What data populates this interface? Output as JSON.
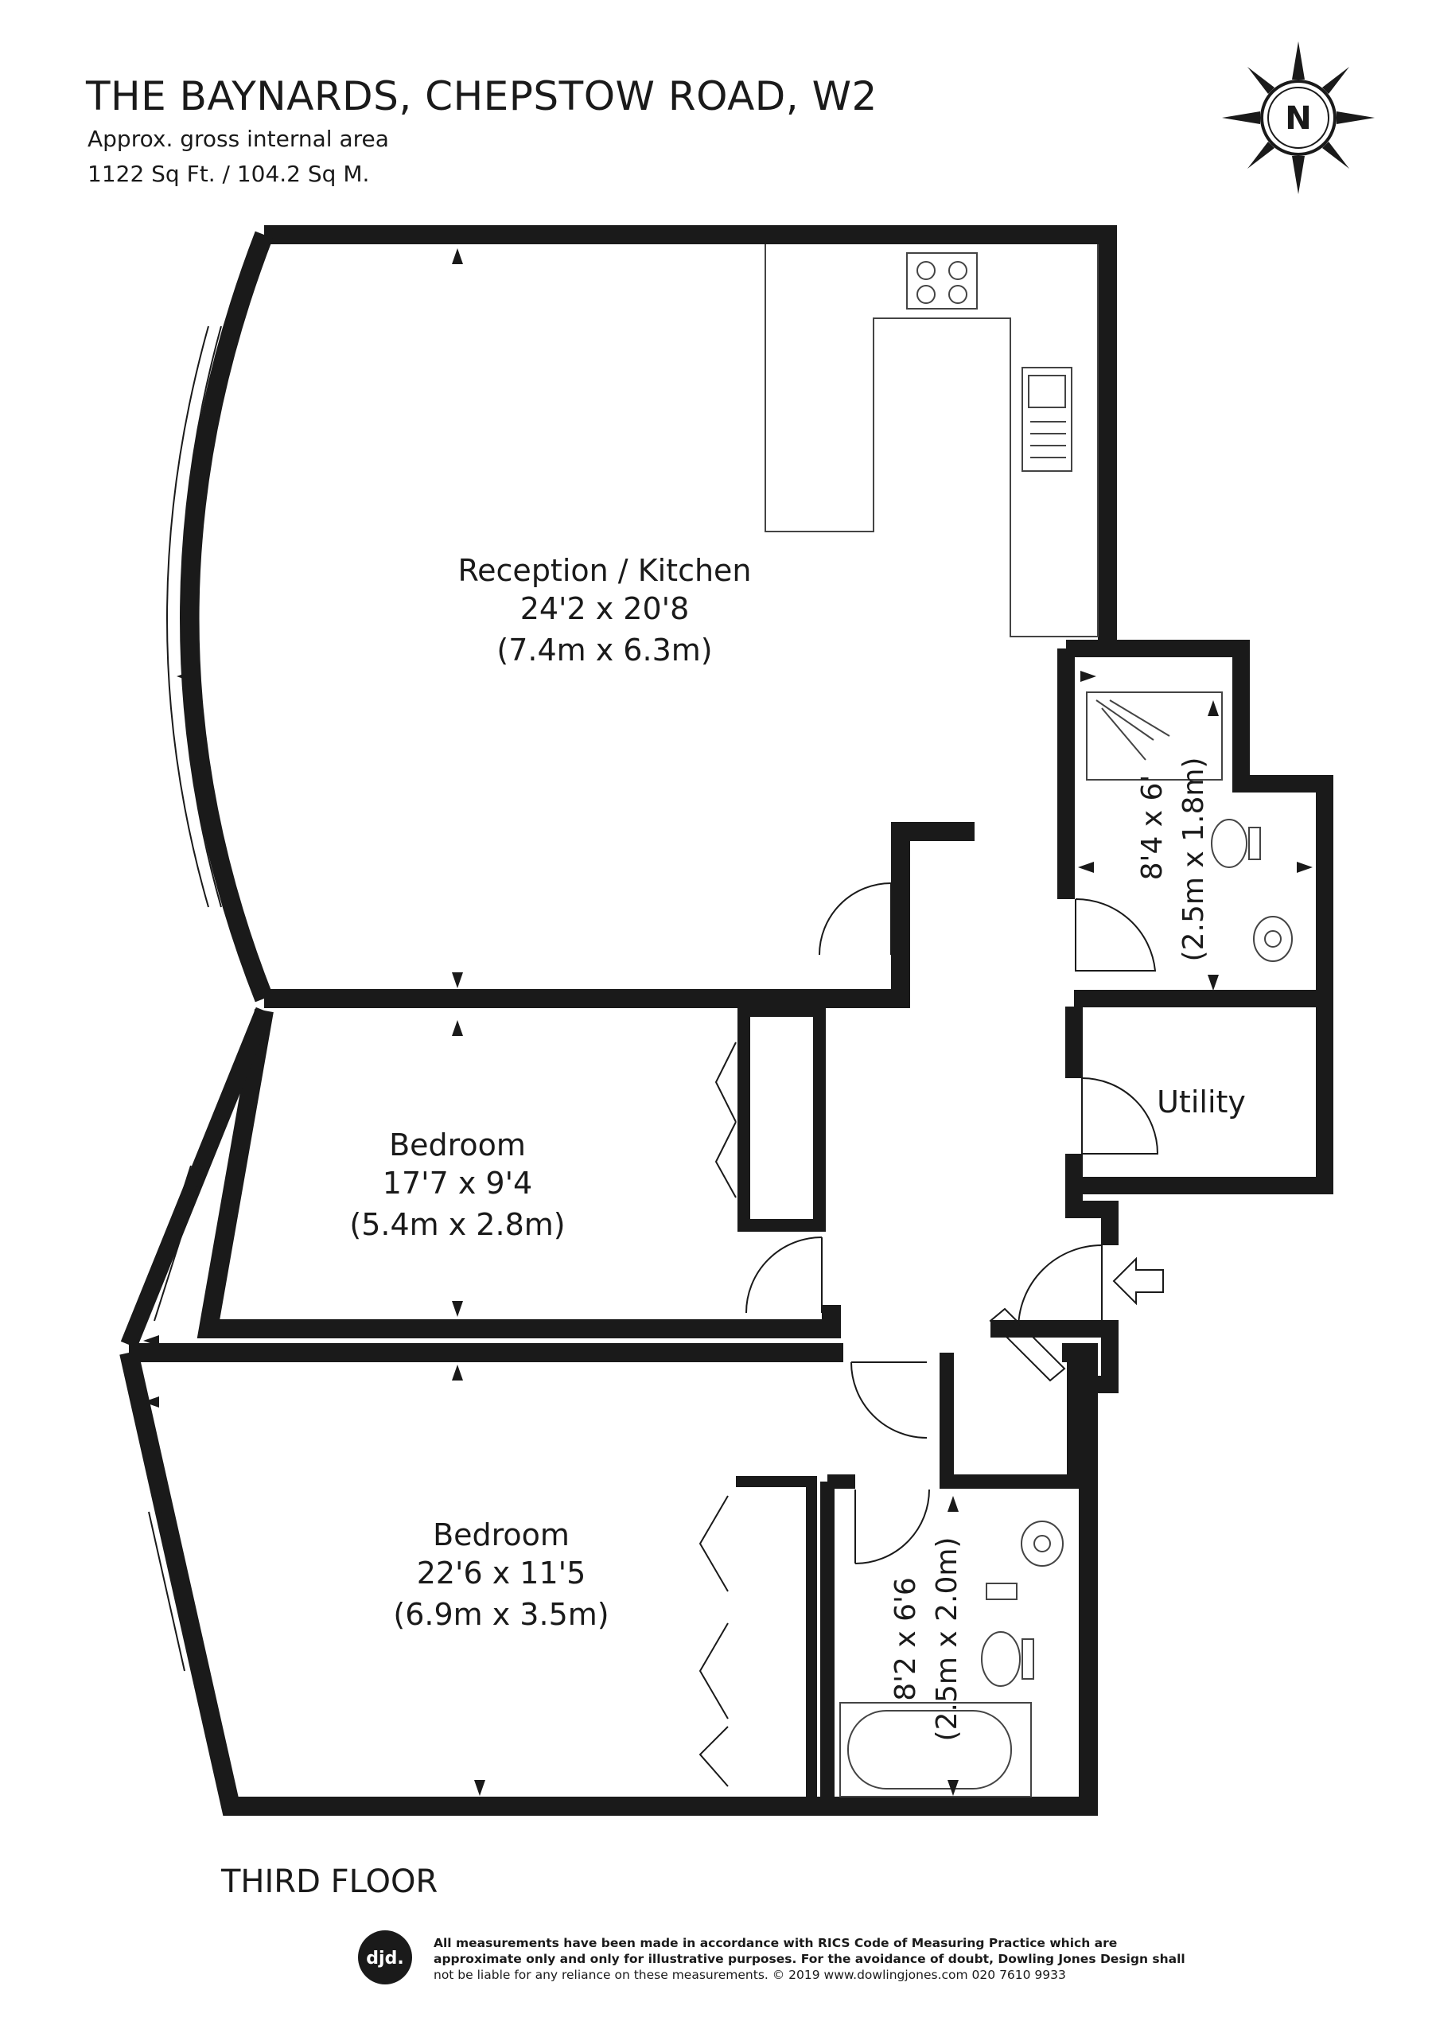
{
  "header": {
    "title": "THE BAYNARDS, CHEPSTOW ROAD, W2",
    "area_label": "Approx. gross internal area",
    "area_value": "1122 Sq Ft. / 104.2 Sq M."
  },
  "compass": {
    "label": "N",
    "icon": "compass-rose-icon"
  },
  "rooms": {
    "reception": {
      "name": "Reception / Kitchen",
      "imperial": "24'2 x 20'8",
      "metric": "(7.4m x 6.3m)"
    },
    "bedroom1": {
      "name": "Bedroom",
      "imperial": "17'7 x 9'4",
      "metric": "(5.4m x 2.8m)"
    },
    "bedroom2": {
      "name": "Bedroom",
      "imperial": "22'6 x 11'5",
      "metric": "(6.9m x 3.5m)"
    },
    "shower": {
      "imperial": "8'4 x 6'",
      "metric": "(2.5m x 1.8m)"
    },
    "bathroom": {
      "imperial": "8'2 x 6'6",
      "metric": "(2.5m x 2.0m)"
    },
    "utility": {
      "name": "Utility"
    }
  },
  "floor_label": "THIRD FLOOR",
  "logo_text": "djd.",
  "disclaimer": {
    "line1": "All measurements have been made in accordance with RICS Code of Measuring Practice which are",
    "line2": "approximate only and only for illustrative purposes. For the avoidance of doubt, Dowling Jones Design shall",
    "line3": "not be liable for any reliance on these measurements. © 2019 www.dowlingjones.com 020 7610 9933"
  },
  "colors": {
    "wall": "#1a1a1a",
    "fixture": "#444444",
    "background": "#ffffff"
  }
}
